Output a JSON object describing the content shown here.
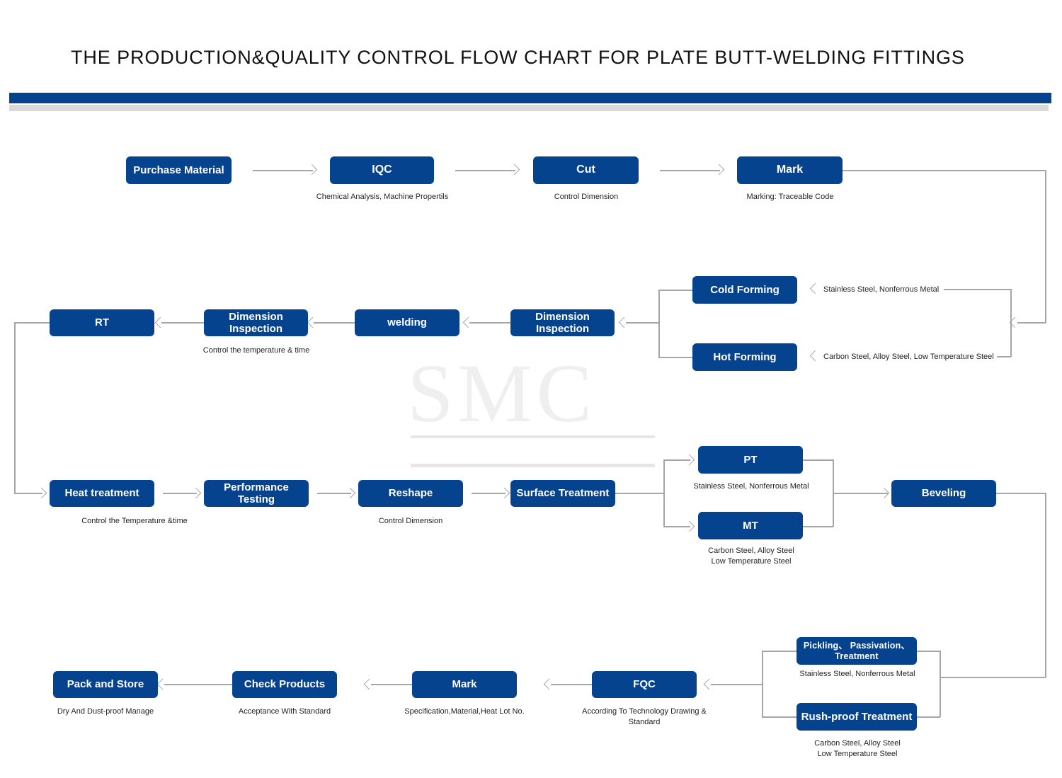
{
  "header": {
    "title": "THE PRODUCTION&QUALITY CONTROL FLOW CHART FOR PLATE BUTT-WELDING FITTINGS",
    "bar_color": "#06438F",
    "rule_color": "#D9D9D9"
  },
  "watermark": {
    "text": "SMC"
  },
  "theme": {
    "node_fill": "#06438F",
    "node_text": "#FFFFFF",
    "connector": "#A6A6A6",
    "caption_text": "#231F20",
    "background": "#FFFFFF"
  },
  "chart_data": {
    "type": "diagram",
    "title": "THE PRODUCTION&QUALITY CONTROL FLOW CHART FOR PLATE BUTT-WELDING FITTINGS",
    "nodes": [
      {
        "id": "purchase_material",
        "label": "Purchase Material",
        "caption": ""
      },
      {
        "id": "iqc",
        "label": "IQC",
        "caption": "Chemical  Analysis,  Machine Propertils"
      },
      {
        "id": "cut",
        "label": "Cut",
        "caption": "Control Dimension"
      },
      {
        "id": "mark_top",
        "label": "Mark",
        "caption": "Marking: Traceable  Code"
      },
      {
        "id": "cold_forming",
        "label": "Cold Forming",
        "caption": "Stainless Steel, Nonferrous Metal"
      },
      {
        "id": "hot_forming",
        "label": "Hot Forming",
        "caption": "Carbon Steel, Alloy Steel, Low Temperature Steel"
      },
      {
        "id": "dimension_inspection_2",
        "label": "Dimension Inspection",
        "caption": ""
      },
      {
        "id": "welding",
        "label": "welding",
        "caption": ""
      },
      {
        "id": "dimension_inspection_1",
        "label": "Dimension Inspection",
        "caption": "Control the  temperature  &  time"
      },
      {
        "id": "rt",
        "label": "RT",
        "caption": ""
      },
      {
        "id": "heat_treatment",
        "label": "Heat treatment",
        "caption": "Control the Temperature &time"
      },
      {
        "id": "performance_testing",
        "label": "Performance Testing",
        "caption": ""
      },
      {
        "id": "reshape",
        "label": "Reshape",
        "caption": "Control Dimension"
      },
      {
        "id": "surface_treatment",
        "label": "Surface Treatment",
        "caption": ""
      },
      {
        "id": "pt",
        "label": "PT",
        "caption": "Stainless Steel, Nonferrous Metal"
      },
      {
        "id": "mt",
        "label": "MT",
        "caption": "Carbon Steel, Alloy Steel\nLow Temperature Steel"
      },
      {
        "id": "beveling",
        "label": "Beveling",
        "caption": ""
      },
      {
        "id": "pickling",
        "label": "Pickling、 Passivation、 Treatment",
        "caption": "Stainless Steel, Nonferrous Metal"
      },
      {
        "id": "rush_proof",
        "label": "Rush-proof Treatment",
        "caption": "Carbon Steel, Alloy Steel\nLow Temperature Steel"
      },
      {
        "id": "fqc",
        "label": "FQC",
        "caption": "According To Technology Drawing & Standard"
      },
      {
        "id": "mark_bottom",
        "label": "Mark",
        "caption": "Specification,Material,Heat Lot No."
      },
      {
        "id": "check_products",
        "label": "Check Products",
        "caption": "Acceptance  With  Standard"
      },
      {
        "id": "pack_and_store",
        "label": "Pack and Store",
        "caption": "Dry  And Dust-proof  Manage"
      }
    ],
    "edges": [
      {
        "from": "purchase_material",
        "to": "iqc",
        "direction": "right"
      },
      {
        "from": "iqc",
        "to": "cut",
        "direction": "right"
      },
      {
        "from": "cut",
        "to": "mark_top",
        "direction": "right"
      },
      {
        "from": "mark_top",
        "to": "forming_branch",
        "direction": "right-down-left"
      },
      {
        "from": "forming_branch",
        "to": "cold_forming",
        "direction": "split-up"
      },
      {
        "from": "forming_branch",
        "to": "hot_forming",
        "direction": "split-down"
      },
      {
        "from": "cold_forming",
        "to": "dimension_inspection_2",
        "direction": "left"
      },
      {
        "from": "hot_forming",
        "to": "dimension_inspection_2",
        "direction": "left"
      },
      {
        "from": "dimension_inspection_2",
        "to": "welding",
        "direction": "left"
      },
      {
        "from": "welding",
        "to": "dimension_inspection_1",
        "direction": "left"
      },
      {
        "from": "dimension_inspection_1",
        "to": "rt",
        "direction": "left"
      },
      {
        "from": "rt",
        "to": "heat_treatment",
        "direction": "left-down-right"
      },
      {
        "from": "heat_treatment",
        "to": "performance_testing",
        "direction": "right"
      },
      {
        "from": "performance_testing",
        "to": "reshape",
        "direction": "right"
      },
      {
        "from": "reshape",
        "to": "surface_treatment",
        "direction": "right"
      },
      {
        "from": "surface_treatment",
        "to": "pt",
        "direction": "split-up"
      },
      {
        "from": "surface_treatment",
        "to": "mt",
        "direction": "split-down"
      },
      {
        "from": "pt",
        "to": "beveling",
        "direction": "merge-right"
      },
      {
        "from": "mt",
        "to": "beveling",
        "direction": "merge-right"
      },
      {
        "from": "beveling",
        "to": "pickling",
        "direction": "right-down-left-split"
      },
      {
        "from": "beveling",
        "to": "rush_proof",
        "direction": "right-down-left-split"
      },
      {
        "from": "pickling",
        "to": "fqc",
        "direction": "left-merge"
      },
      {
        "from": "rush_proof",
        "to": "fqc",
        "direction": "left-merge"
      },
      {
        "from": "fqc",
        "to": "mark_bottom",
        "direction": "left"
      },
      {
        "from": "mark_bottom",
        "to": "check_products",
        "direction": "left"
      },
      {
        "from": "check_products",
        "to": "pack_and_store",
        "direction": "left"
      }
    ]
  }
}
